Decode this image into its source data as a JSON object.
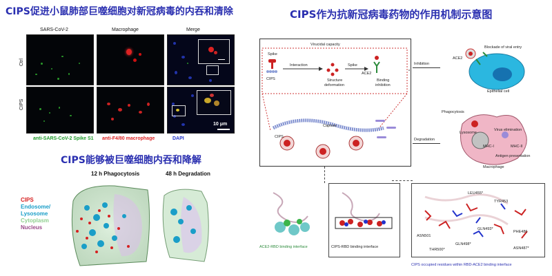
{
  "titles": {
    "top_left": "CIPS促进小鼠肺部巨噬细胞对新冠病毒的内吞和清除",
    "top_right": "CIPS作为抗新冠病毒药物的作用机制示意图",
    "bottom_left": "CIPS能够被巨噬细胞内吞和降解"
  },
  "micro": {
    "columns": [
      "SARS-CoV-2",
      "Macrophage",
      "Merge"
    ],
    "rows": [
      "Ctrl",
      "CIPS"
    ],
    "scale": "10 μm",
    "legend": {
      "green": "anti-SARS-CoV-2 Spike S1",
      "red": "anti-F4/80 macrophage",
      "blue": "DAPI"
    },
    "colors": {
      "green": "#1f9a2a",
      "red": "#d22",
      "blue": "#2233cc"
    }
  },
  "phago": {
    "left_title": "12 h Phagocytosis",
    "right_title": "48 h Degradation",
    "legend": [
      {
        "label": "CIPS",
        "color": "#d62020"
      },
      {
        "label": "Endosome/",
        "color": "#1a9ec8"
      },
      {
        "label": "Lysosome",
        "color": "#1a9ec8"
      },
      {
        "label": "Cytoplasm",
        "color": "#8fcf8f"
      },
      {
        "label": "Nucleus",
        "color": "#9a4a8a"
      }
    ]
  },
  "mech": {
    "virucidal": "Virucidal capacity",
    "spike": "Spike",
    "interaction": "Interaction",
    "spike2": "Spike",
    "cips": "CIPS",
    "structure": "Structure",
    "deformation": "deformation",
    "ace2": "ACE2",
    "binding": "Binding",
    "inhibition": "inhibition",
    "inhibition_arrow": "Inhibition",
    "capture": "Capture",
    "cips2": "CIPS",
    "degradation": "Degradation",
    "ace2_right": "ACE2",
    "blockade": "Blockade of viral entry",
    "epithelial": "Epithelial cell",
    "phagocytosis": "Phagocytosis",
    "lysosome": "Lysosome",
    "virus_elim": "Virus elimination",
    "mhc1": "MHC-I",
    "mhc2": "MHC-II",
    "antigen": "Antigen presentation",
    "macrophage": "Macrophage"
  },
  "struct": {
    "ace2_rbd": "ACE2-RBD binding interface",
    "cips_rbd": "CIPS-RBD binding interface",
    "caption": "CIPS occupied residues within RBD-ACE2 binding interface",
    "residues": [
      "LEU455*",
      "TYR453",
      "GLN493*",
      "ASN501",
      "THR500*",
      "GLN498*",
      "PHE486",
      "ASN487*"
    ]
  }
}
